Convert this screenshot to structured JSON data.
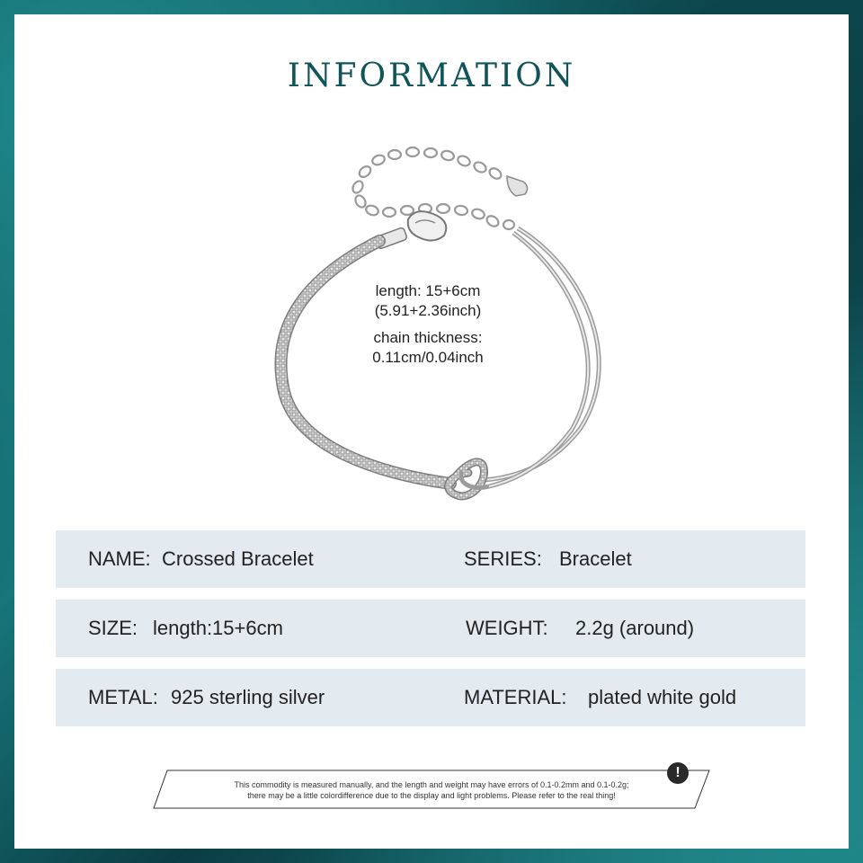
{
  "title": "INFORMATION",
  "dimensions": {
    "line1": "length: 15+6cm",
    "line2": "(5.91+2.36inch)",
    "line3": "chain thickness:",
    "line4": "0.11cm/0.04inch"
  },
  "specs": [
    {
      "label1": "NAME:",
      "value1": "Crossed Bracelet",
      "label2": "SERIES:",
      "value2": "Bracelet"
    },
    {
      "label1": "SIZE:",
      "value1": "length:15+6cm",
      "label2": "WEIGHT:",
      "value2": "2.2g (around)"
    },
    {
      "label1": "METAL:",
      "value1": "925 sterling silver",
      "label2": "MATERIAL:",
      "value2": "plated white gold"
    }
  ],
  "notice": {
    "line1": "This commodity is measured manually, and the length and weight may have errors of 0.1-0.2mm and 0.1-0.2g;",
    "line2": "there may be a little colordifference due to the display and light problems. Please refer to the real thing!",
    "icon": "exclamation-icon",
    "icon_glyph": "!"
  },
  "colors": {
    "title": "#0f5458",
    "row_bg": "#e4ebf0",
    "frame": "#16767a"
  }
}
